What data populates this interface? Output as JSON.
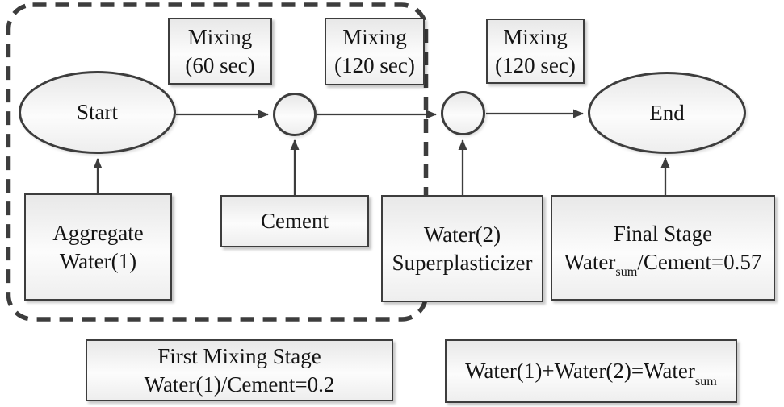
{
  "colors": {
    "line": "#3d3d3d",
    "ink": "#141414",
    "fill_top": "#e8e8e8",
    "fill_mid": "#fcfcfc",
    "fill_bot": "#eeeeee",
    "canvas_bg": "#ffffff"
  },
  "nodes": {
    "start": {
      "label": "Start"
    },
    "end": {
      "label": "End"
    },
    "mixing_60": {
      "line1": "Mixing",
      "line2": "(60 sec)"
    },
    "mixing_120_first": {
      "line1": "Mixing",
      "line2": "(120 sec)"
    },
    "mixing_120_second": {
      "line1": "Mixing",
      "line2": "(120 sec)"
    },
    "aggregate_water1": {
      "line1": "Aggregate",
      "line2": "Water(1)"
    },
    "cement": {
      "label": "Cement"
    },
    "water2_superplasticizer": {
      "line1": "Water(2)",
      "line2": "Superplasticizer"
    },
    "final_stage": {
      "line1": "Final Stage",
      "line2_pre": "Water",
      "line2_sub": "sum",
      "line2_post": "/Cement=0.57"
    },
    "first_mixing_stage": {
      "line1": "First Mixing Stage",
      "line2": "Water(1)/Cement=0.2"
    },
    "water_sum_equation": {
      "pre": "Water(1)+Water(2)=Water",
      "sub": "sum"
    }
  }
}
